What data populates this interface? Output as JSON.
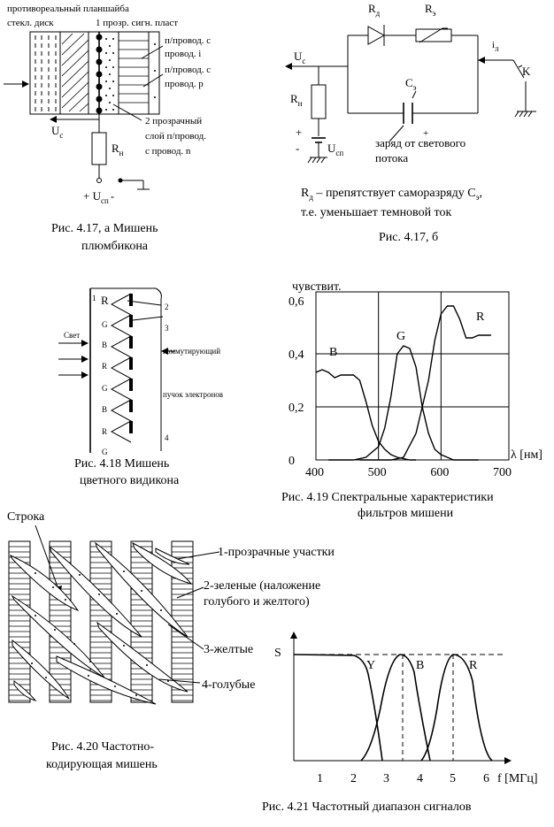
{
  "fig417a": {
    "labels": {
      "glass": "стекл. диск",
      "faceplate": "противореальный планшайба",
      "transp_layer": "1 прозр. сигн. пласт",
      "semi_c": "п/провод. с",
      "prov_i": "провод. i",
      "semi_c2": "п/провод. с",
      "prov_p": "провод. p",
      "layer2_a": "2 прозрачный",
      "layer2_b": "слой п/провод.",
      "layer2_c": "с провод. n",
      "uc": "U",
      "uc_sub": "с",
      "rn": "R",
      "rn_sub": "н",
      "usp": "+ U",
      "usp_sub": "сп",
      "usp_minus": "-"
    },
    "caption_1": "Рис. 4.17, а      Мишень",
    "caption_2": "плюмбикона"
  },
  "fig417b": {
    "labels": {
      "rd": "R",
      "rd_sub": "д",
      "re": "R",
      "re_sub": "э",
      "uc": "U",
      "uc_sub": "с",
      "rn": "R",
      "rn_sub": "н",
      "ce": "C",
      "ce_sub": "э",
      "il": "i",
      "il_sub": "л",
      "k": "K",
      "plus": "+",
      "minus": "-",
      "plus2": "+",
      "usp": "U",
      "usp_sub": "сп",
      "charge_1": "заряд от светового",
      "charge_2": "потока"
    },
    "note_1a": "R",
    "note_1sub": "д",
    "note_1b": " – препятствует саморазряду С",
    "note_1sub2": "э",
    "note_1c": ",",
    "note_2": "т.е. уменьшает темновой ток",
    "caption": "Рис. 4.17, б"
  },
  "fig418": {
    "labels": {
      "n1": "1",
      "n2": "2",
      "n3": "3",
      "n4": "4",
      "light": "Свет",
      "commut": "коммутирующий",
      "beam": "пучок электронов",
      "rgb": [
        "R",
        "G",
        "B",
        "R",
        "G",
        "B",
        "R",
        "G"
      ]
    },
    "caption_1": "Рис. 4.18      Мишень",
    "caption_2": "цветного видикона"
  },
  "fig419": {
    "caption_1": "Рис. 4.19     Спектральные характеристики",
    "caption_2": "фильтров мишени"
  },
  "chart_data": {
    "type": "line",
    "ylabel": "чувствит.",
    "xlabel": "λ [нм]",
    "xlim": [
      400,
      700
    ],
    "ylim": [
      0,
      0.6
    ],
    "x_ticks": [
      "400",
      "500",
      "600",
      "700"
    ],
    "y_ticks": [
      "0",
      "0,2",
      "0,4",
      "0,6"
    ],
    "grid": true,
    "series": [
      {
        "name": "B",
        "x": [
          400,
          410,
          420,
          430,
          440,
          450,
          460,
          470,
          480,
          490,
          500,
          510,
          520,
          530,
          540,
          550,
          560
        ],
        "y": [
          0.33,
          0.34,
          0.33,
          0.31,
          0.32,
          0.32,
          0.32,
          0.3,
          0.22,
          0.13,
          0.07,
          0.04,
          0.02,
          0.01,
          0.005,
          0.0,
          0.0
        ]
      },
      {
        "name": "G",
        "x": [
          420,
          440,
          460,
          480,
          500,
          510,
          520,
          530,
          540,
          550,
          560,
          570,
          580,
          590,
          600,
          610,
          620,
          640,
          660
        ],
        "y": [
          0.0,
          0.0,
          0.0,
          0.01,
          0.05,
          0.12,
          0.24,
          0.4,
          0.43,
          0.42,
          0.35,
          0.2,
          0.1,
          0.04,
          0.02,
          0.01,
          0.0,
          0.0,
          0.0
        ]
      },
      {
        "name": "R",
        "x": [
          470,
          500,
          520,
          540,
          560,
          570,
          580,
          590,
          600,
          610,
          620,
          630,
          640,
          650,
          660,
          670,
          680
        ],
        "y": [
          0.0,
          0.0,
          0.0,
          0.01,
          0.1,
          0.2,
          0.3,
          0.45,
          0.55,
          0.58,
          0.58,
          0.53,
          0.46,
          0.46,
          0.47,
          0.47,
          0.47
        ]
      }
    ]
  },
  "fig420": {
    "stroka": "Строка",
    "l1": "1-прозрачные участки",
    "l2a": "2-зеленые (наложение",
    "l2b": "голубого и желтого)",
    "l3": "3-желтые",
    "l4": "4-голубые",
    "caption_1": "Рис. 4.20    Частотно-",
    "caption_2": "кодирующая мишень"
  },
  "fig421": {
    "s": "S",
    "y": "Y",
    "b": "B",
    "r": "R",
    "xlabel": "f [МГц]",
    "ticks": [
      "1",
      "2",
      "3",
      "4",
      "5",
      "6"
    ],
    "caption": "Рис. 4.21    Частотный диапазон сигналов"
  }
}
